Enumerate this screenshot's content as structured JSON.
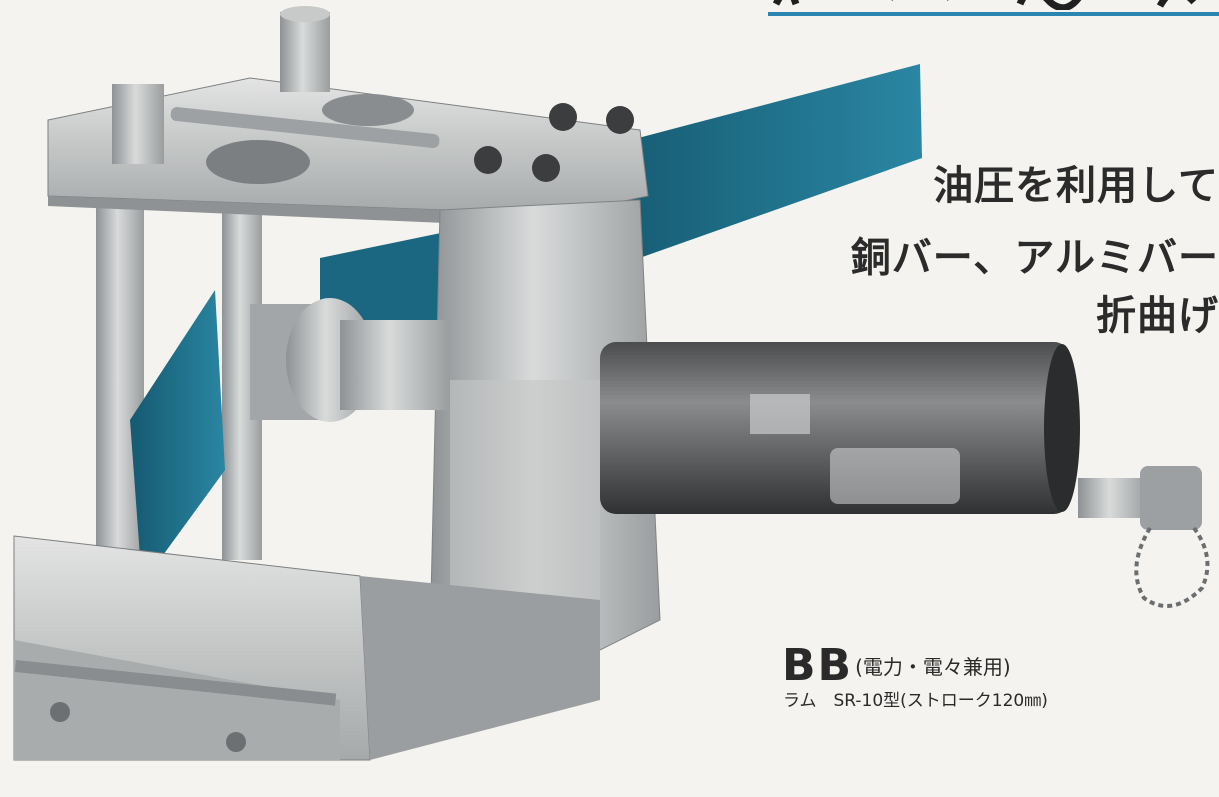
{
  "headline": {
    "line1": "油圧を利用して",
    "line2": "銅バー、アルミバー",
    "line3": "折曲げ"
  },
  "caption": {
    "model": "BB",
    "usage": "(電力・電々兼用)",
    "ram": "ラム　SR-10型(ストローク120㎜)"
  },
  "colors": {
    "accent_blue": "#2a86b0",
    "busbar_teal": "#1e6f8a",
    "steel": "#b9bcbd",
    "paper": "#f4f3ef"
  },
  "photo": {
    "subject": "busbar-bending-machine",
    "icon": "hydraulic-bender-illustration"
  }
}
